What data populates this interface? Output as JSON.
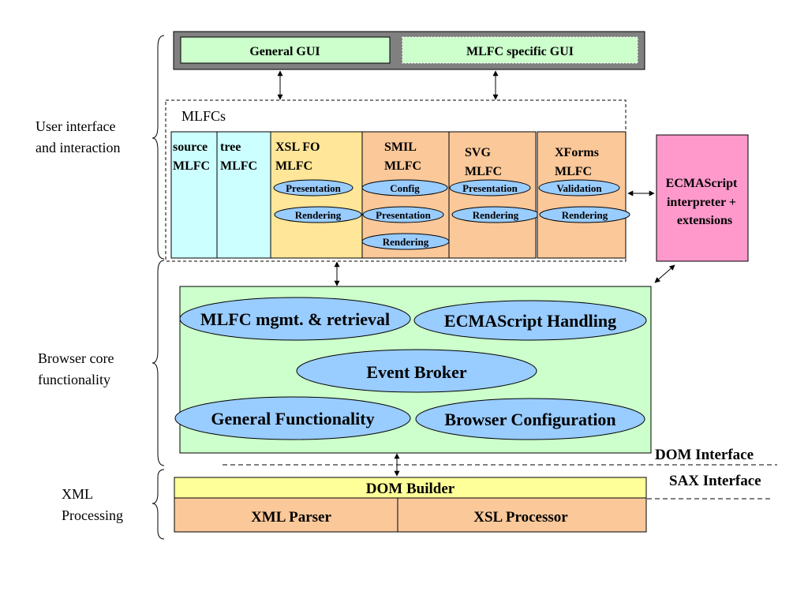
{
  "gui": {
    "general": "General GUI",
    "mlfc_specific": "MLFC specific GUI"
  },
  "sections": {
    "ui": [
      "User interface",
      "and interaction"
    ],
    "core": [
      "Browser core",
      "functionality"
    ],
    "xml": [
      "XML",
      "Processing"
    ]
  },
  "mlfcs": {
    "title": "MLFCs",
    "source": [
      "source",
      "MLFC"
    ],
    "tree": [
      "tree",
      "MLFC"
    ],
    "xslfo": {
      "title": [
        "XSL FO",
        "MLFC"
      ],
      "items": [
        "Presentation",
        "Rendering"
      ]
    },
    "smil": {
      "title": [
        "SMIL",
        "MLFC"
      ],
      "items": [
        "Config",
        "Presentation",
        "Rendering"
      ]
    },
    "svg": {
      "title": [
        "SVG",
        "MLFC"
      ],
      "items": [
        "Presentation",
        "Rendering"
      ]
    },
    "xforms": {
      "title": [
        "XForms",
        "MLFC"
      ],
      "items": [
        "Validation",
        "Rendering"
      ]
    }
  },
  "ecma_box": [
    "ECMAScript",
    "interpreter +",
    "extensions"
  ],
  "core": {
    "mlfc_mgmt": "MLFC mgmt. & retrieval",
    "ecma_handling": "ECMAScript Handling",
    "event_broker": "Event Broker",
    "general_func": "General Functionality",
    "browser_config": "Browser Configuration"
  },
  "interfaces": {
    "dom": "DOM Interface",
    "sax": "SAX Interface"
  },
  "xml": {
    "dom_builder": "DOM Builder",
    "parser": "XML Parser",
    "xsl": "XSL Processor"
  },
  "colors": {
    "gui_frame": "#808080",
    "gui_fill": "#ccffcc",
    "cyan": "#ccffff",
    "yellow": "#ffe699",
    "orange": "#fbc89a",
    "pink": "#ff99cc",
    "core_green": "#ccffcc",
    "oval_blue": "#99ccff",
    "dom_yellow": "#ffff99"
  }
}
